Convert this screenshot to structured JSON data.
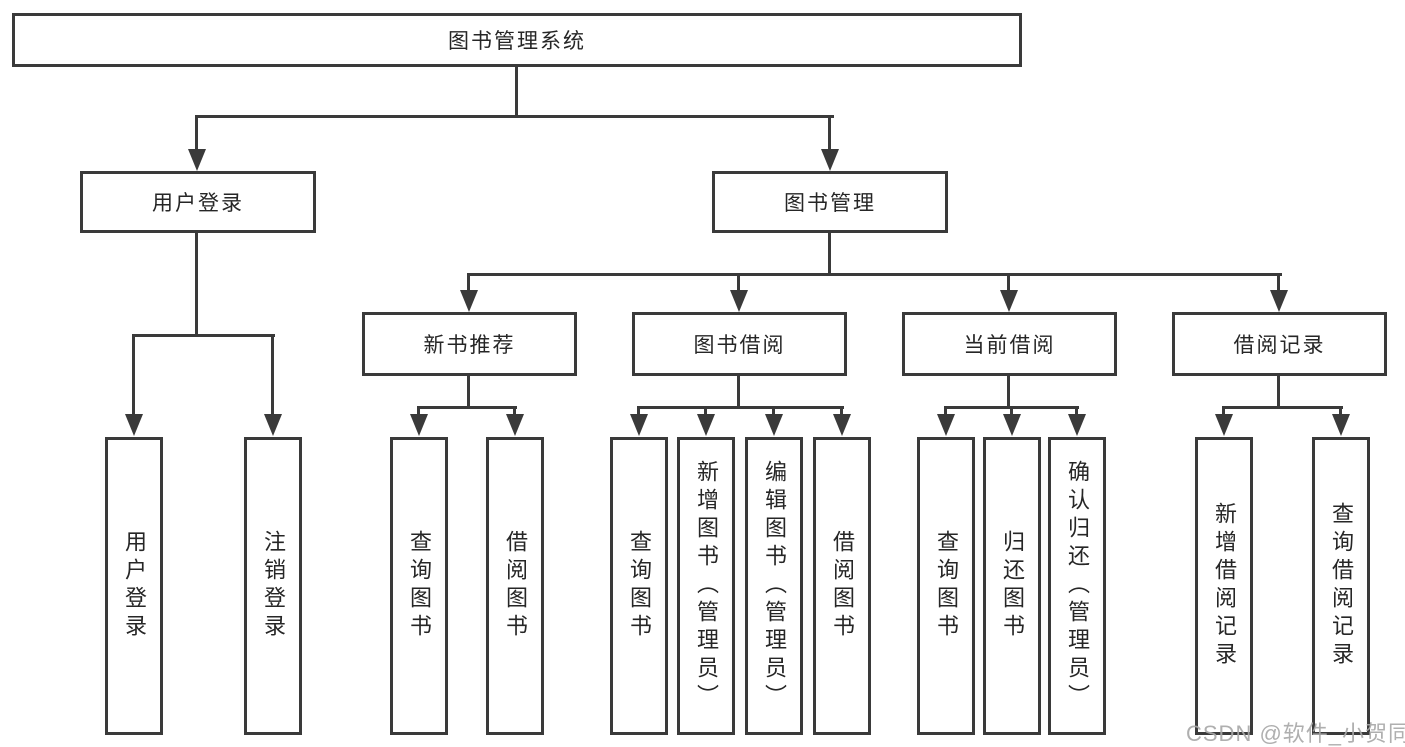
{
  "diagram_title": "图书管理系统",
  "tree": {
    "label": "图书管理系统",
    "children": [
      {
        "label": "用户登录",
        "children": [
          {
            "label": "用户登录"
          },
          {
            "label": "注销登录"
          }
        ]
      },
      {
        "label": "图书管理",
        "children": [
          {
            "label": "新书推荐",
            "children": [
              {
                "label": "查询图书"
              },
              {
                "label": "借阅图书"
              }
            ]
          },
          {
            "label": "图书借阅",
            "children": [
              {
                "label": "查询图书"
              },
              {
                "label": "新增图书（管理员）"
              },
              {
                "label": "编辑图书（管理员）"
              },
              {
                "label": "借阅图书"
              }
            ]
          },
          {
            "label": "当前借阅",
            "children": [
              {
                "label": "查询图书"
              },
              {
                "label": "归还图书"
              },
              {
                "label": "确认归还（管理员）"
              }
            ]
          },
          {
            "label": "借阅记录",
            "children": [
              {
                "label": "新增借阅记录"
              },
              {
                "label": "查询借阅记录"
              }
            ]
          }
        ]
      }
    ]
  },
  "watermark": {
    "text": "CSDN @软件_小贺同学"
  },
  "colors": {
    "background": "#ffffff",
    "line": "#3a3a3a",
    "box_border": "#3a3a3a",
    "text": "#262626",
    "watermark": "#a8a8a8"
  }
}
